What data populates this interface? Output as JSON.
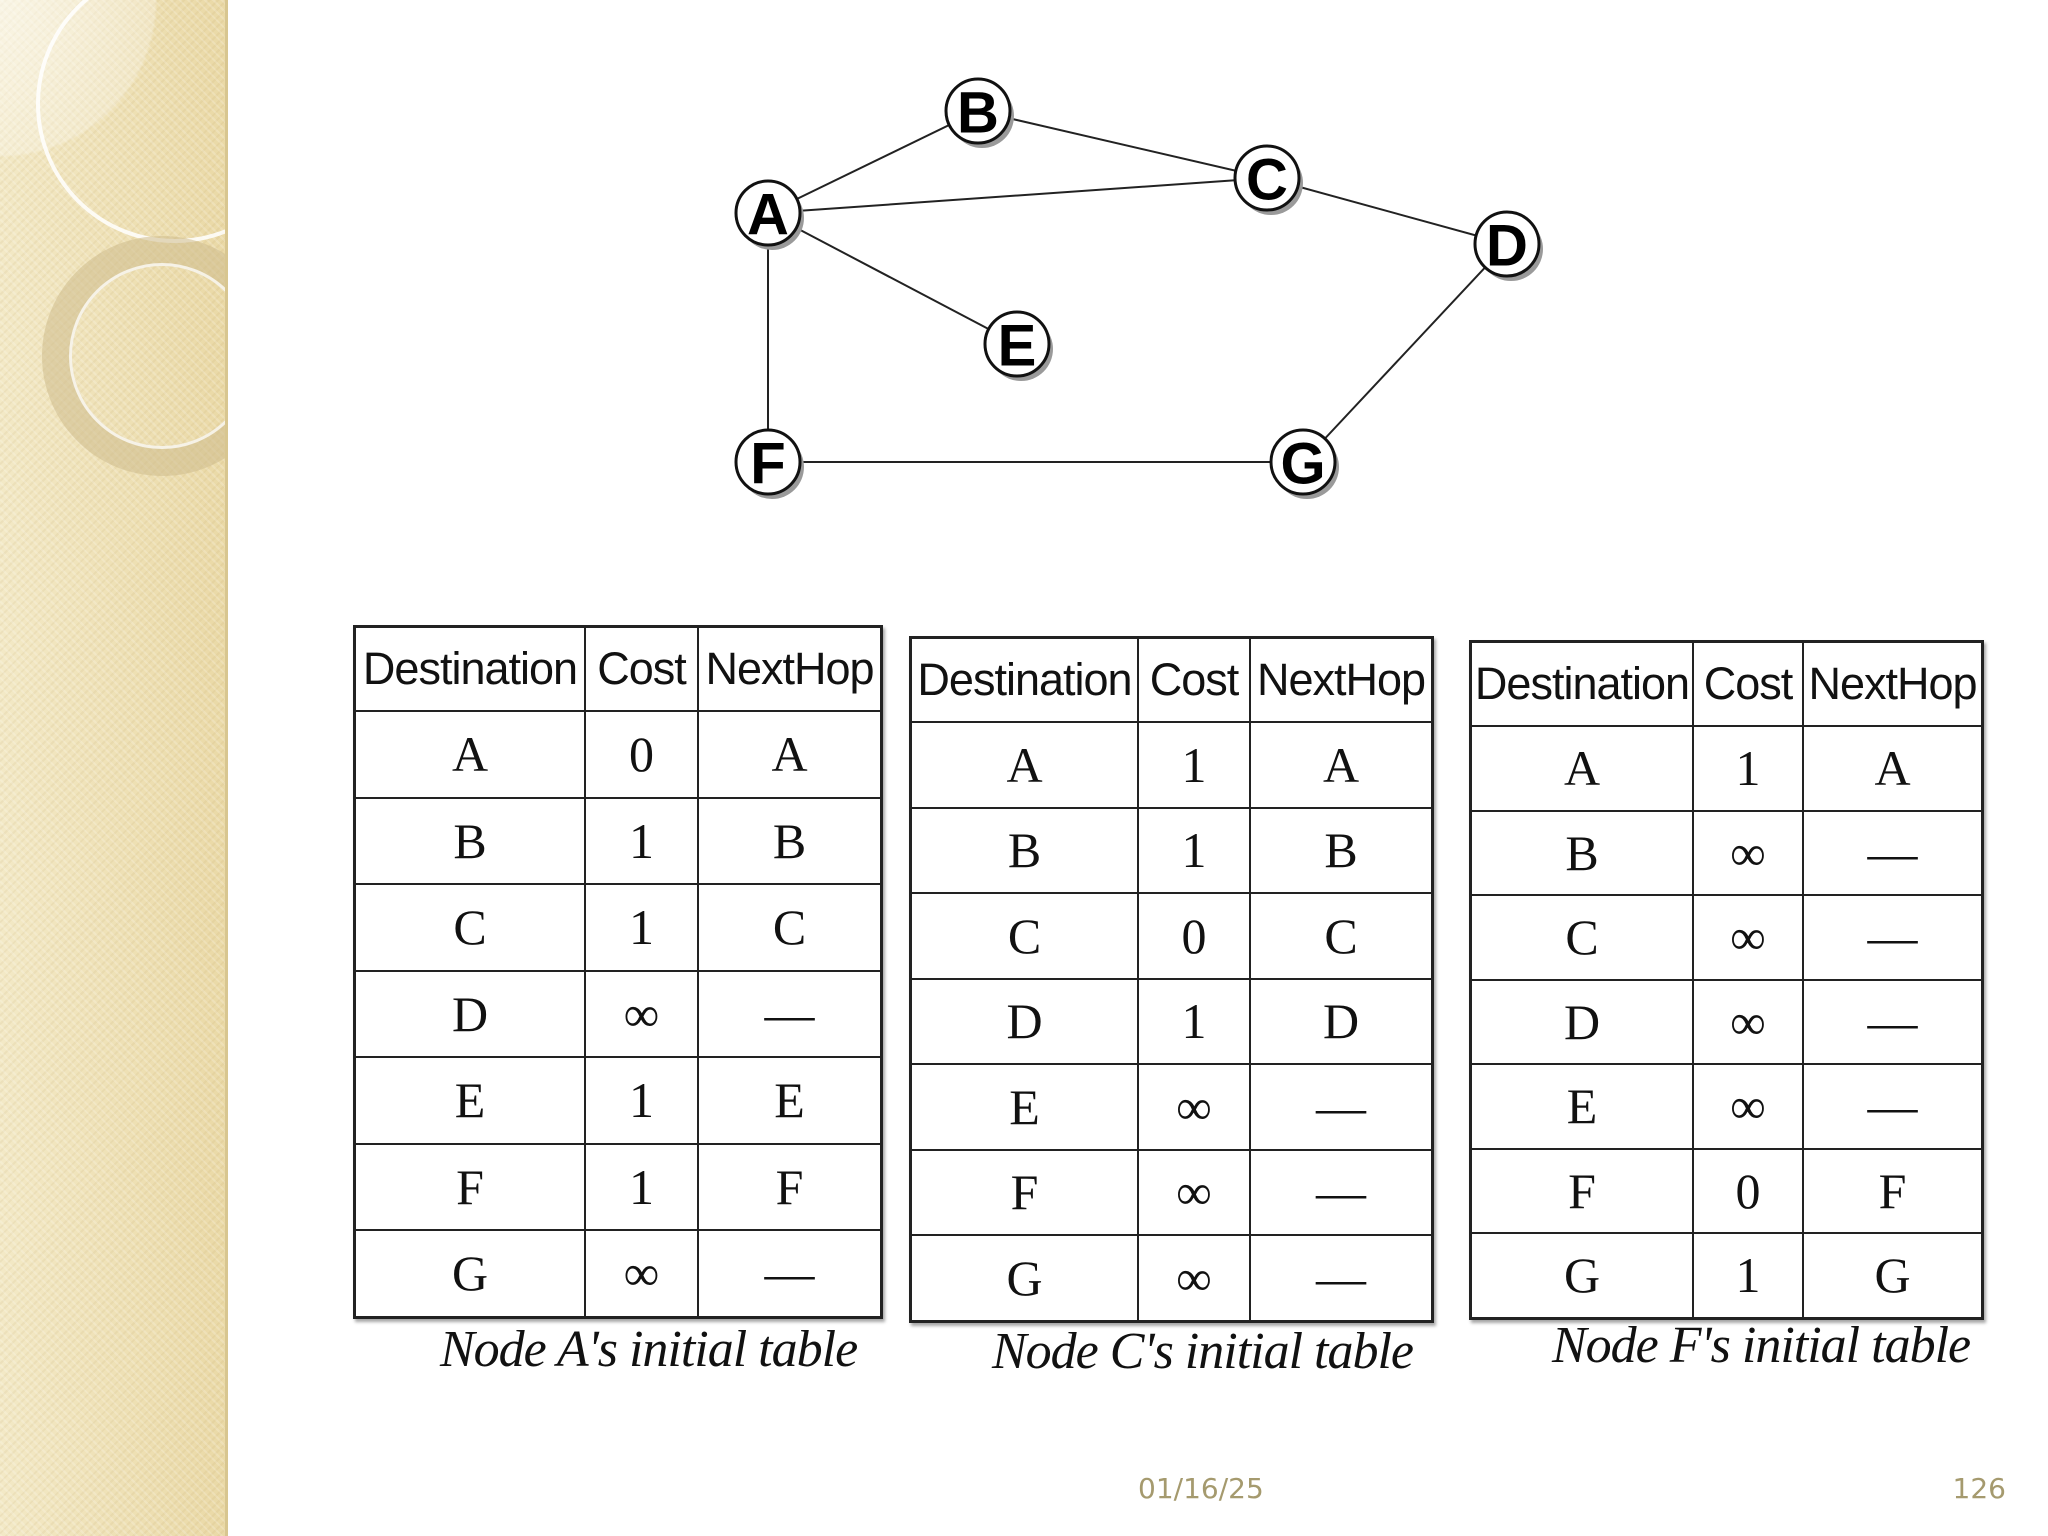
{
  "graph": {
    "nodes": [
      "A",
      "B",
      "C",
      "D",
      "E",
      "F",
      "G"
    ],
    "edges": [
      [
        "A",
        "B"
      ],
      [
        "B",
        "C"
      ],
      [
        "A",
        "C"
      ],
      [
        "C",
        "D"
      ],
      [
        "A",
        "E"
      ],
      [
        "A",
        "F"
      ],
      [
        "F",
        "G"
      ],
      [
        "G",
        "D"
      ]
    ]
  },
  "tables": [
    {
      "headers": [
        "Destination",
        "Cost",
        "NextHop"
      ],
      "rows": [
        [
          "A",
          "0",
          "A"
        ],
        [
          "B",
          "1",
          "B"
        ],
        [
          "C",
          "1",
          "C"
        ],
        [
          "D",
          "∞",
          "—"
        ],
        [
          "E",
          "1",
          "E"
        ],
        [
          "F",
          "1",
          "F"
        ],
        [
          "G",
          "∞",
          "—"
        ]
      ],
      "caption": "Node A's initial table"
    },
    {
      "headers": [
        "Destination",
        "Cost",
        "NextHop"
      ],
      "rows": [
        [
          "A",
          "1",
          "A"
        ],
        [
          "B",
          "1",
          "B"
        ],
        [
          "C",
          "0",
          "C"
        ],
        [
          "D",
          "1",
          "D"
        ],
        [
          "E",
          "∞",
          "—"
        ],
        [
          "F",
          "∞",
          "—"
        ],
        [
          "G",
          "∞",
          "—"
        ]
      ],
      "caption": "Node C's initial table"
    },
    {
      "headers": [
        "Destination",
        "Cost",
        "NextHop"
      ],
      "rows": [
        [
          "A",
          "1",
          "A"
        ],
        [
          "B",
          "∞",
          "—"
        ],
        [
          "C",
          "∞",
          "—"
        ],
        [
          "D",
          "∞",
          "—"
        ],
        [
          "E",
          "∞",
          "—"
        ],
        [
          "F",
          "0",
          "F"
        ],
        [
          "G",
          "1",
          "G"
        ]
      ],
      "caption": "Node F's initial table"
    }
  ],
  "footer": {
    "date": "01/16/25",
    "page": "126"
  }
}
